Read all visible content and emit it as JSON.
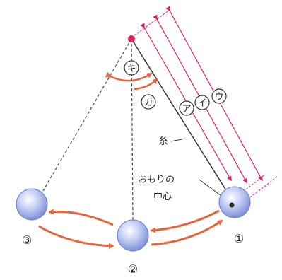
{
  "labels": {
    "ki": "キ",
    "ka": "カ",
    "a": "ア",
    "i": "イ",
    "u": "ウ",
    "ito": "糸",
    "center_line1": "おもりの",
    "center_line2": "中心",
    "pos1": "①",
    "pos2": "②",
    "pos3": "③"
  },
  "colors": {
    "arrow": "#e8643c",
    "pivot": "#e0245e",
    "bob": "#aab8ee",
    "line": "#333333"
  }
}
